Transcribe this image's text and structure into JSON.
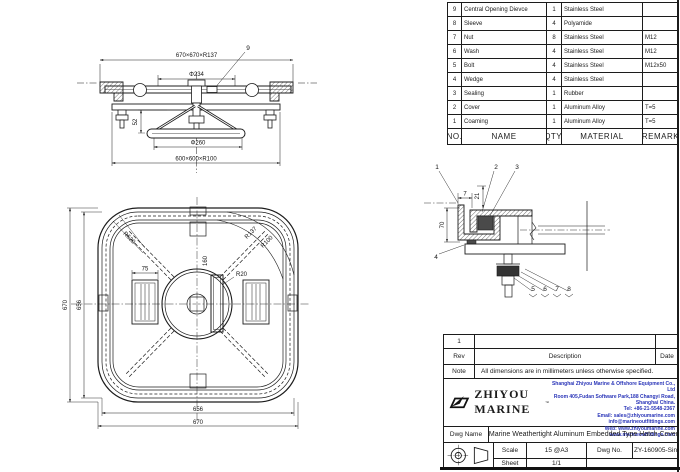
{
  "drawing": {
    "side_view": {
      "balloon_9": "9",
      "dim_top": "670×670×R137",
      "dim_phi_top": "Φ234",
      "dim_height": "52",
      "dim_phi_wheel": "Φ260",
      "dim_bottom": "600×600×R100"
    },
    "plan_view": {
      "dim_left_outer": "670",
      "dim_left_inner": "656",
      "dim_bottom_inner": "656",
      "dim_bottom_outer": "670",
      "dim_handle_width": "75",
      "dim_bar_length": "160",
      "label_radius_small": "R20",
      "label_radius_outer": "R137",
      "label_radius_inner": "R100",
      "label_radius_corner": "R520"
    },
    "detail_view": {
      "balloon_1": "1",
      "balloon_2": "2",
      "balloon_3": "3",
      "balloon_4": "4",
      "balloon_5": "5",
      "balloon_6": "6",
      "balloon_7": "7",
      "balloon_8": "8",
      "dim_gap": "7",
      "dim_lip": "21",
      "dim_depth": "70"
    }
  },
  "parts_table": {
    "header": {
      "no": "NO.",
      "name": "NAME",
      "qty": "QTY.",
      "material": "MATERIAL",
      "remark": "REMARK"
    },
    "rows": [
      {
        "no": "9",
        "name": "Central Opening Dievce",
        "qty": "1",
        "material": "Stainless Steel",
        "remark": ""
      },
      {
        "no": "8",
        "name": "Sleeve",
        "qty": "4",
        "material": "Polyamide",
        "remark": ""
      },
      {
        "no": "7",
        "name": "Nut",
        "qty": "8",
        "material": "Stainless Steel",
        "remark": "M12"
      },
      {
        "no": "6",
        "name": "Wash",
        "qty": "4",
        "material": "Stainless Steel",
        "remark": "M12"
      },
      {
        "no": "5",
        "name": "Bolt",
        "qty": "4",
        "material": "Stainless Steel",
        "remark": "M12x50"
      },
      {
        "no": "4",
        "name": "Wedge",
        "qty": "4",
        "material": "Stainless Steel",
        "remark": ""
      },
      {
        "no": "3",
        "name": "Sealing",
        "qty": "1",
        "material": "Rubber",
        "remark": ""
      },
      {
        "no": "2",
        "name": "Cover",
        "qty": "1",
        "material": "Aluminum Alloy",
        "remark": "T=5"
      },
      {
        "no": "1",
        "name": "Coaming",
        "qty": "1",
        "material": "Aluminum Alloy",
        "remark": "T=5"
      }
    ]
  },
  "title_block": {
    "rev_value": "1",
    "rev_label": "Rev",
    "description_label": "Description",
    "date_label": "Date",
    "note_label": "Note",
    "note_text": "All dimensions are in millimeters unless otherwise specified.",
    "logo_text": "ZHIYOU MARINE",
    "logo_tm": "™",
    "company_lines": [
      "Shanghai Zhiyou Marine & Offshore Equipment Co., Ltd",
      "Room 405,Fudan Software Park,188 Changyi Road, Shanghai China.",
      "Tel: +86-21-5548-2367",
      "Email: sales@zhiyoumarine.com  info@marineoutfittings.com",
      "Web: www.zhiyoumarine.com  www.marineoutfittings.com"
    ],
    "dwg_name_label": "Dwg Name",
    "dwg_name": "Marine Weathertight Aluminum Embedded Type Hatch Cover",
    "scale_label": "Scale",
    "scale_value": "15 @A3",
    "dwg_no_label": "Dwg No.",
    "dwg_no_value": "ZY-160905-Sin",
    "sheet_label": "Sheet",
    "sheet_value": "1/1"
  },
  "colors": {
    "line": "#1c1c1c",
    "company_text": "#2a35b8"
  }
}
